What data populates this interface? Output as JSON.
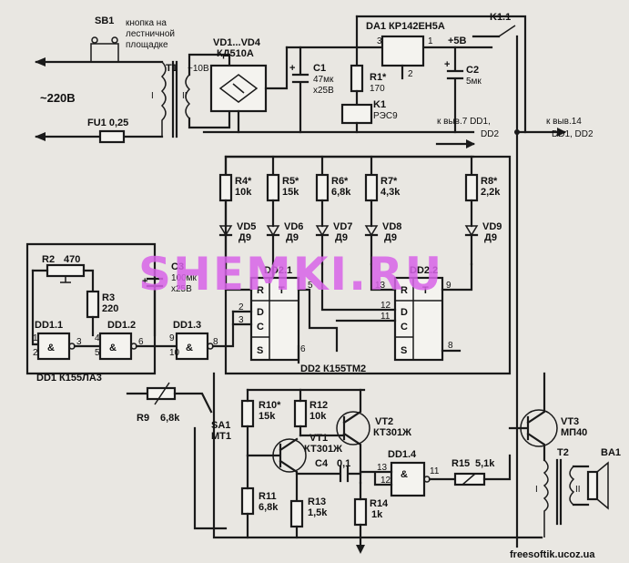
{
  "mains": {
    "voltage": "~220В",
    "button": "SB1",
    "button_note": [
      "кнопка на",
      "лестничной",
      "площадке"
    ],
    "fuse": "FU1 0,25"
  },
  "transformer_t1": {
    "ref": "T1",
    "secondary": "~10В",
    "winding_primary": "I",
    "winding_secondary": "II"
  },
  "bridge": {
    "ref": "VD1...VD4",
    "type": "КД510А"
  },
  "c1": {
    "ref": "C1",
    "value": "47мк",
    "voltage": "х25В"
  },
  "regulator": {
    "ref": "DA1 КР142ЕН5А",
    "pins": [
      "3",
      "2",
      "1"
    ]
  },
  "r1": {
    "ref": "R1*",
    "value": "170"
  },
  "k1": {
    "ref": "K1",
    "type": "РЭС9",
    "contact": "K1.1"
  },
  "supply": {
    "plus": "+5В"
  },
  "c2": {
    "ref": "C2",
    "value": "5мк"
  },
  "outputs": {
    "to_pin7": [
      "к выв.7 DD1,",
      "DD2"
    ],
    "to_pin14": [
      "к выв.14",
      "DD1, DD2"
    ]
  },
  "resistor_ladder": [
    {
      "ref": "R4*",
      "value": "10k"
    },
    {
      "ref": "R5*",
      "value": "15k"
    },
    {
      "ref": "R6*",
      "value": "6,8k"
    },
    {
      "ref": "R7*",
      "value": "4,3k"
    },
    {
      "ref": "R8*",
      "value": "2,2k"
    }
  ],
  "diodes": [
    {
      "ref": "VD5",
      "type": "Д9"
    },
    {
      "ref": "VD6",
      "type": "Д9"
    },
    {
      "ref": "VD7",
      "type": "Д9"
    },
    {
      "ref": "VD8",
      "type": "Д9"
    },
    {
      "ref": "VD9",
      "type": "Д9"
    }
  ],
  "r2": {
    "ref": "R2",
    "value": "470"
  },
  "r3": {
    "ref": "R3",
    "value": "220"
  },
  "c3": {
    "ref": "C3",
    "value": "100мк",
    "voltage": "х25В"
  },
  "dd1": {
    "gate1": "DD1.1",
    "gate2": "DD1.2",
    "gate3": "DD1.3",
    "gate4": "DD1.4",
    "label": "DD1 К155ЛА3",
    "symbol": "&"
  },
  "dd2": {
    "ff1": "DD2.1",
    "ff2": "DD2.2",
    "label": "DD2 К155ТМ2",
    "pins": {
      "R": "R",
      "T": "T",
      "D": "D",
      "C": "C",
      "S": "S"
    }
  },
  "pins": {
    "g1": [
      "1",
      "2",
      "3"
    ],
    "g2": [
      "4",
      "5",
      "6"
    ],
    "g3": [
      "9",
      "10",
      "8"
    ],
    "ff1": [
      "1",
      "5",
      "2",
      "3",
      "6"
    ],
    "ff2": [
      "13",
      "9",
      "12",
      "11",
      "8"
    ],
    "g4": [
      "13",
      "12",
      "11"
    ]
  },
  "r9": {
    "ref": "R9",
    "value": "6,8k"
  },
  "sa1": {
    "ref": "SA1",
    "type": "МТ1"
  },
  "r10": {
    "ref": "R10*",
    "value": "15k"
  },
  "r12": {
    "ref": "R12",
    "value": "10k"
  },
  "vt1": {
    "ref": "VT1",
    "type": "КТ301Ж"
  },
  "vt2": {
    "ref": "VT2",
    "type": "КТ301Ж"
  },
  "vt3": {
    "ref": "VT3",
    "type": "МП40"
  },
  "c4": {
    "ref": "C4",
    "value": "0,1"
  },
  "r11": {
    "ref": "R11",
    "value": "6,8k"
  },
  "r13": {
    "ref": "R13",
    "value": "1,5k"
  },
  "r14": {
    "ref": "R14",
    "value": "1k"
  },
  "r15": {
    "ref": "R15",
    "value": "5,1k"
  },
  "t2": {
    "ref": "T2",
    "winding_primary": "I",
    "winding_secondary": "II"
  },
  "ba1": {
    "ref": "BA1"
  },
  "watermark": "SHEMKI.RU",
  "footer": "freesoftik.ucoz.ua",
  "colors": {
    "ink": "#1a1a1a",
    "paper": "#e9e7e2",
    "watermark": "#d864e8"
  }
}
